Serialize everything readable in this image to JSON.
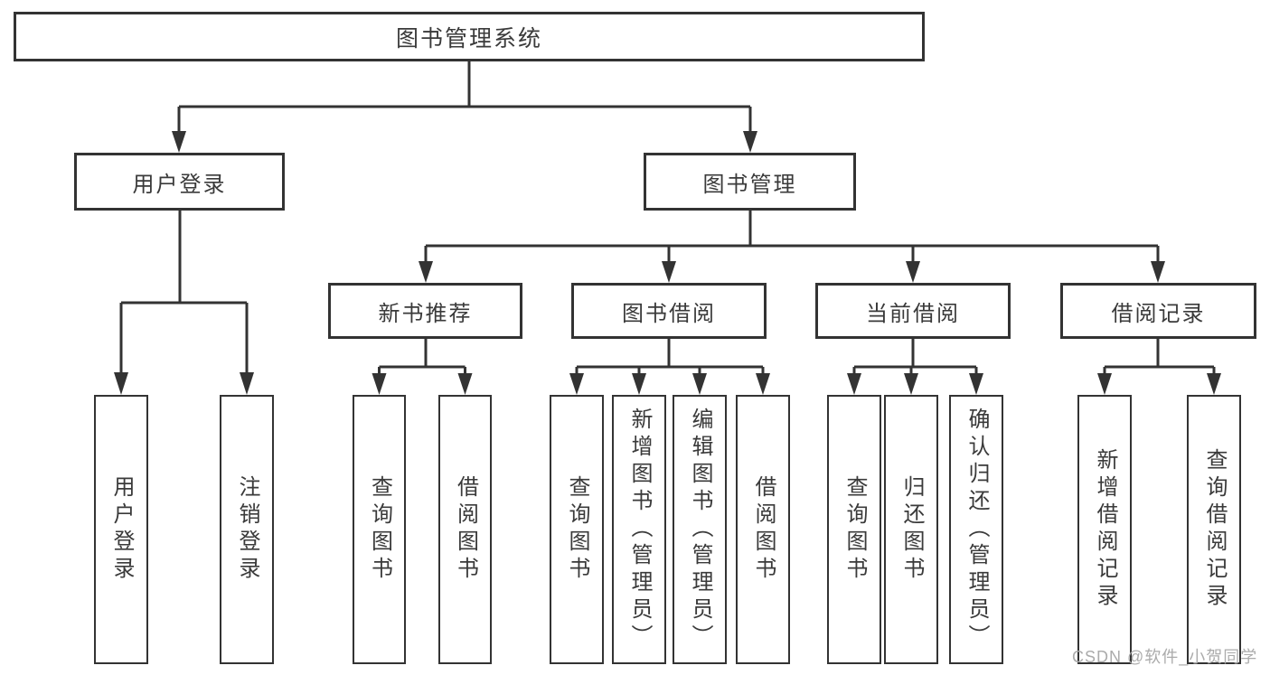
{
  "root": {
    "label": "图书管理系统"
  },
  "level2": [
    {
      "label": "用户登录",
      "children": [
        {
          "label": "用户登录"
        },
        {
          "label": "注销登录"
        }
      ]
    },
    {
      "label": "图书管理",
      "children": [
        {
          "label": "新书推荐",
          "children": [
            {
              "label": "查询图书"
            },
            {
              "label": "借阅图书"
            }
          ]
        },
        {
          "label": "图书借阅",
          "children": [
            {
              "label": "查询图书"
            },
            {
              "label": "新增图书（管理员）"
            },
            {
              "label": "编辑图书（管理员）"
            },
            {
              "label": "借阅图书"
            }
          ]
        },
        {
          "label": "当前借阅",
          "children": [
            {
              "label": "查询图书"
            },
            {
              "label": "归还图书"
            },
            {
              "label": "确认归还（管理员）"
            }
          ]
        },
        {
          "label": "借阅记录",
          "children": [
            {
              "label": "新增借阅记录"
            },
            {
              "label": "查询借阅记录"
            }
          ]
        }
      ]
    }
  ],
  "watermark": "CSDN @软件_小贺同学",
  "colors": {
    "line": "#333333",
    "text": "#3a3a3a",
    "watermark": "#ababab",
    "background": "#ffffff"
  }
}
